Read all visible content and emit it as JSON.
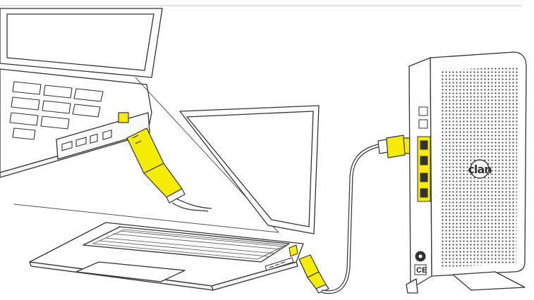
{
  "diagram": {
    "brand_logo": "clan",
    "ce_mark": "CE",
    "colors": {
      "cable_highlight": "#f5ec00",
      "outline": "#333333",
      "background": "#ffffff",
      "rule": "#cfcfcf"
    },
    "parts": [
      "laptop-closeup",
      "laptop",
      "ethernet-cable",
      "modem-router"
    ]
  }
}
